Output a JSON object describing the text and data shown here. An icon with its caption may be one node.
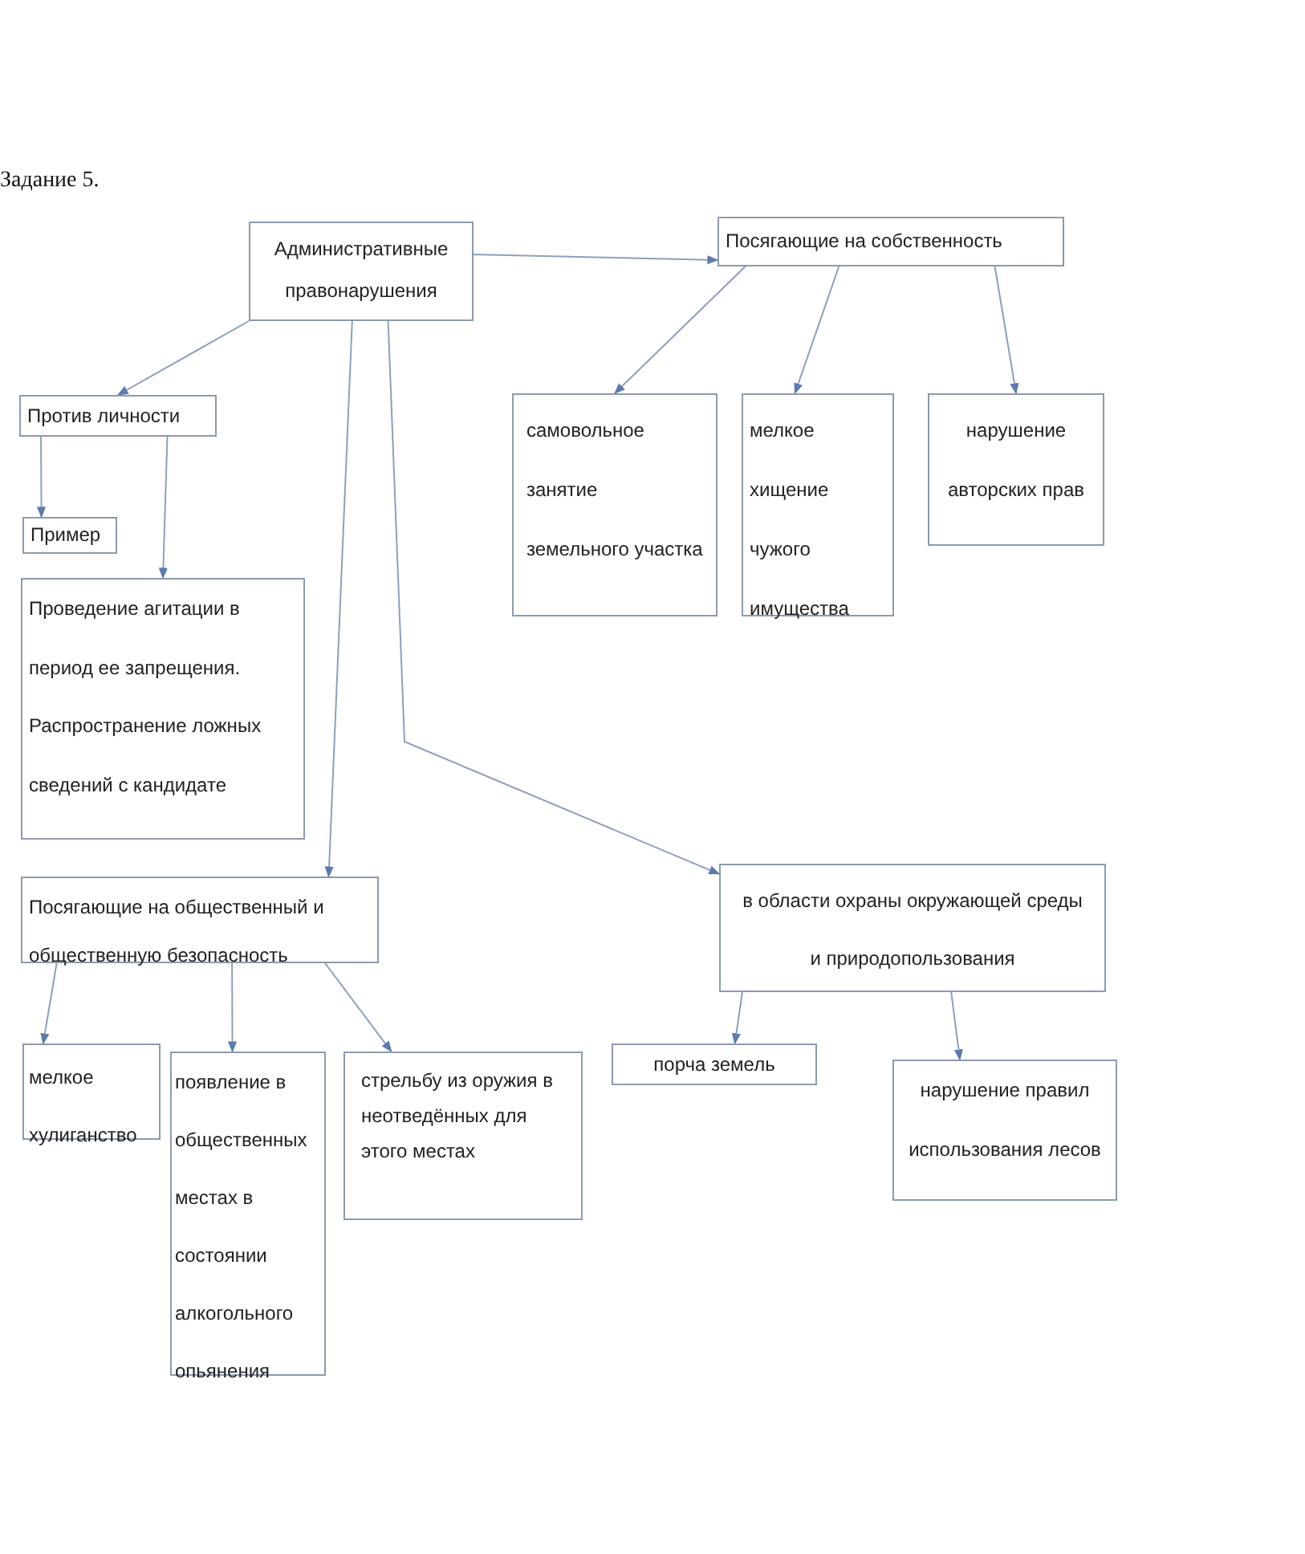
{
  "diagram": {
    "title": "Задание 5.",
    "nodes": [
      {
        "text": [
          "Административные правонарушения"
        ]
      },
      {
        "text": [
          "Посягающие на собственность"
        ]
      },
      {
        "text": [
          "Против личности"
        ]
      },
      {
        "text": [
          "Пример"
        ]
      },
      {
        "text": [
          "Проведение агитации в период ее запрещения. Распространение ложных сведений с кандидате"
        ]
      },
      {
        "text": [
          "самовольное занятие земельного участка"
        ]
      },
      {
        "text": [
          "мелкое хищение чужого имущества"
        ]
      },
      {
        "text": [
          "нарушение авторских прав"
        ]
      },
      {
        "text": [
          "Посягающие на общественный и общественную безопасность"
        ]
      },
      {
        "text": [
          "в области охраны окружающей среды и природопользования"
        ]
      },
      {
        "text": [
          "мелкое хулиганство"
        ]
      },
      {
        "text": [
          "появление в общественных местах в состоянии алкогольного опьянения"
        ]
      },
      {
        "text": [
          "стрельбу из оружия в неотведённых для этого местах"
        ]
      },
      {
        "text": [
          "порча земель"
        ]
      },
      {
        "text": [
          "нарушение правил использования лесов"
        ]
      }
    ],
    "edges": [
      {
        "from": 0,
        "to": 1,
        "arrow": "to"
      },
      {
        "from": 0,
        "to": 2,
        "arrow": "to"
      },
      {
        "from": 2,
        "to": 3,
        "arrow": "to"
      },
      {
        "from": 2,
        "to": 4,
        "arrow": "to"
      },
      {
        "from": 0,
        "to": 8,
        "arrow": "to"
      },
      {
        "from": 0,
        "to": 9,
        "arrow": "to"
      },
      {
        "from": 1,
        "to": 5,
        "arrow": "to"
      },
      {
        "from": 1,
        "to": 6,
        "arrow": "to"
      },
      {
        "from": 1,
        "to": 7,
        "arrow": "to"
      },
      {
        "from": 8,
        "to": 10,
        "arrow": "to"
      },
      {
        "from": 8,
        "to": 11,
        "arrow": "to"
      },
      {
        "from": 8,
        "to": 12,
        "arrow": "to"
      },
      {
        "from": 9,
        "to": 13,
        "arrow": "to"
      },
      {
        "from": 9,
        "to": 14,
        "arrow": "to"
      }
    ]
  }
}
